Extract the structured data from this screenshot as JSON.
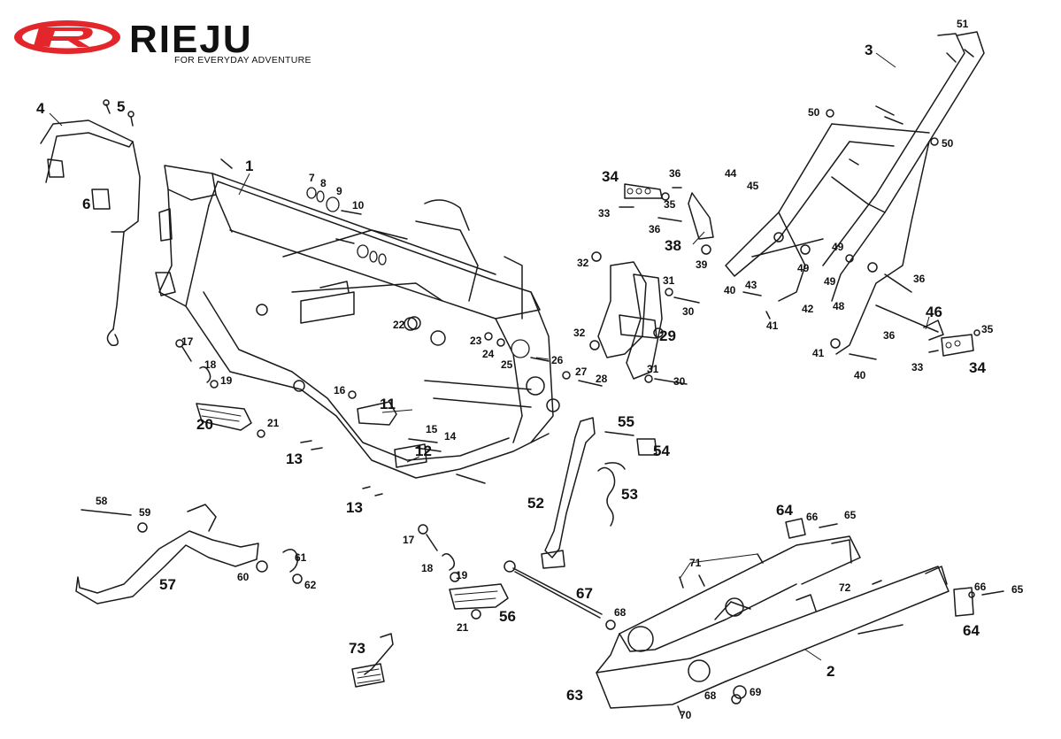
{
  "brand": {
    "name": "RIEJU",
    "tagline": "FOR EVERYDAY ADVENTURE",
    "logo_color": "#e3262b"
  },
  "diagram": {
    "type": "exploded parts diagram",
    "callouts": [
      "1",
      "2",
      "3",
      "4",
      "5",
      "6",
      "7",
      "8",
      "9",
      "10",
      "11",
      "12",
      "13",
      "13",
      "14",
      "15",
      "16",
      "17",
      "17",
      "18",
      "18",
      "19",
      "19",
      "20",
      "21",
      "21",
      "22",
      "23",
      "24",
      "25",
      "26",
      "27",
      "28",
      "29",
      "30",
      "30",
      "31",
      "31",
      "32",
      "32",
      "33",
      "33",
      "34",
      "34",
      "35",
      "35",
      "36",
      "36",
      "36",
      "36",
      "38",
      "39",
      "40",
      "40",
      "41",
      "41",
      "42",
      "43",
      "44",
      "45",
      "46",
      "48",
      "49",
      "49",
      "49",
      "50",
      "50",
      "51",
      "52",
      "53",
      "54",
      "55",
      "56",
      "57",
      "58",
      "59",
      "60",
      "61",
      "62",
      "63",
      "64",
      "64",
      "65",
      "65",
      "66",
      "66",
      "67",
      "68",
      "68",
      "69",
      "70",
      "71",
      "72",
      "73"
    ]
  }
}
